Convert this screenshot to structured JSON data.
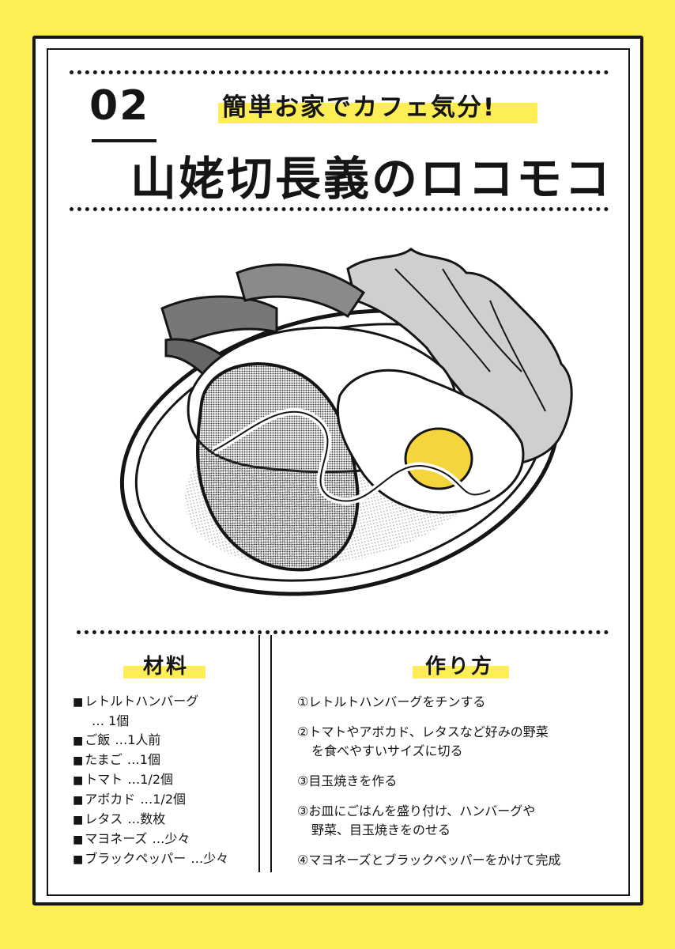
{
  "header": {
    "number": "02",
    "subtitle": "簡単お家でカフェ気分!",
    "title": "山姥切長義のロコモコ"
  },
  "ingredients": {
    "heading": "材料",
    "items": [
      {
        "name": "レトルトハンバーグ",
        "amount": "… 1個"
      },
      {
        "name": "ご飯",
        "amount": "…1人前"
      },
      {
        "name": "たまご",
        "amount": "…1個"
      },
      {
        "name": "トマト",
        "amount": "…1/2個"
      },
      {
        "name": "アボカド",
        "amount": "…1/2個"
      },
      {
        "name": "レタス",
        "amount": "…数枚"
      },
      {
        "name": "マヨネーズ",
        "amount": "…少々"
      },
      {
        "name": "ブラックペッパー",
        "amount": "…少々"
      }
    ]
  },
  "method": {
    "heading": "作り方",
    "steps": [
      {
        "line1": "①レトルトハンバーグをチンする",
        "line2": ""
      },
      {
        "line1": "②トマトやアボカド、レタスなど好みの野菜",
        "line2": "を食べやすいサイズに切る"
      },
      {
        "line1": "③目玉焼きを作る",
        "line2": ""
      },
      {
        "line1": "③お皿にごはんを盛り付け、ハンバーグや",
        "line2": "野菜、目玉焼きをのせる"
      },
      {
        "line1": "④マヨネーズとブラックペッパーをかけて完成",
        "line2": ""
      }
    ]
  },
  "colors": {
    "background": "#fcee54",
    "ink": "#151515",
    "paper": "#ffffff"
  }
}
